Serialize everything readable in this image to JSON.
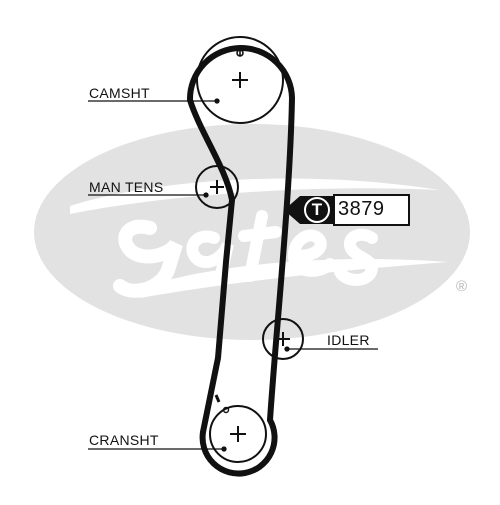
{
  "diagram": {
    "labels": {
      "camshaft": "CAMSHT",
      "tensioner": "MAN TENS",
      "idler": "IDLER",
      "crankshaft": "CRANSHT"
    },
    "tool": {
      "letter": "T",
      "number": "3879"
    },
    "watermark": {
      "brand": "Gates",
      "registered": "®"
    },
    "colors": {
      "belt": "#111111",
      "watermark": "#e2e2e2",
      "ink": "#111111"
    }
  }
}
